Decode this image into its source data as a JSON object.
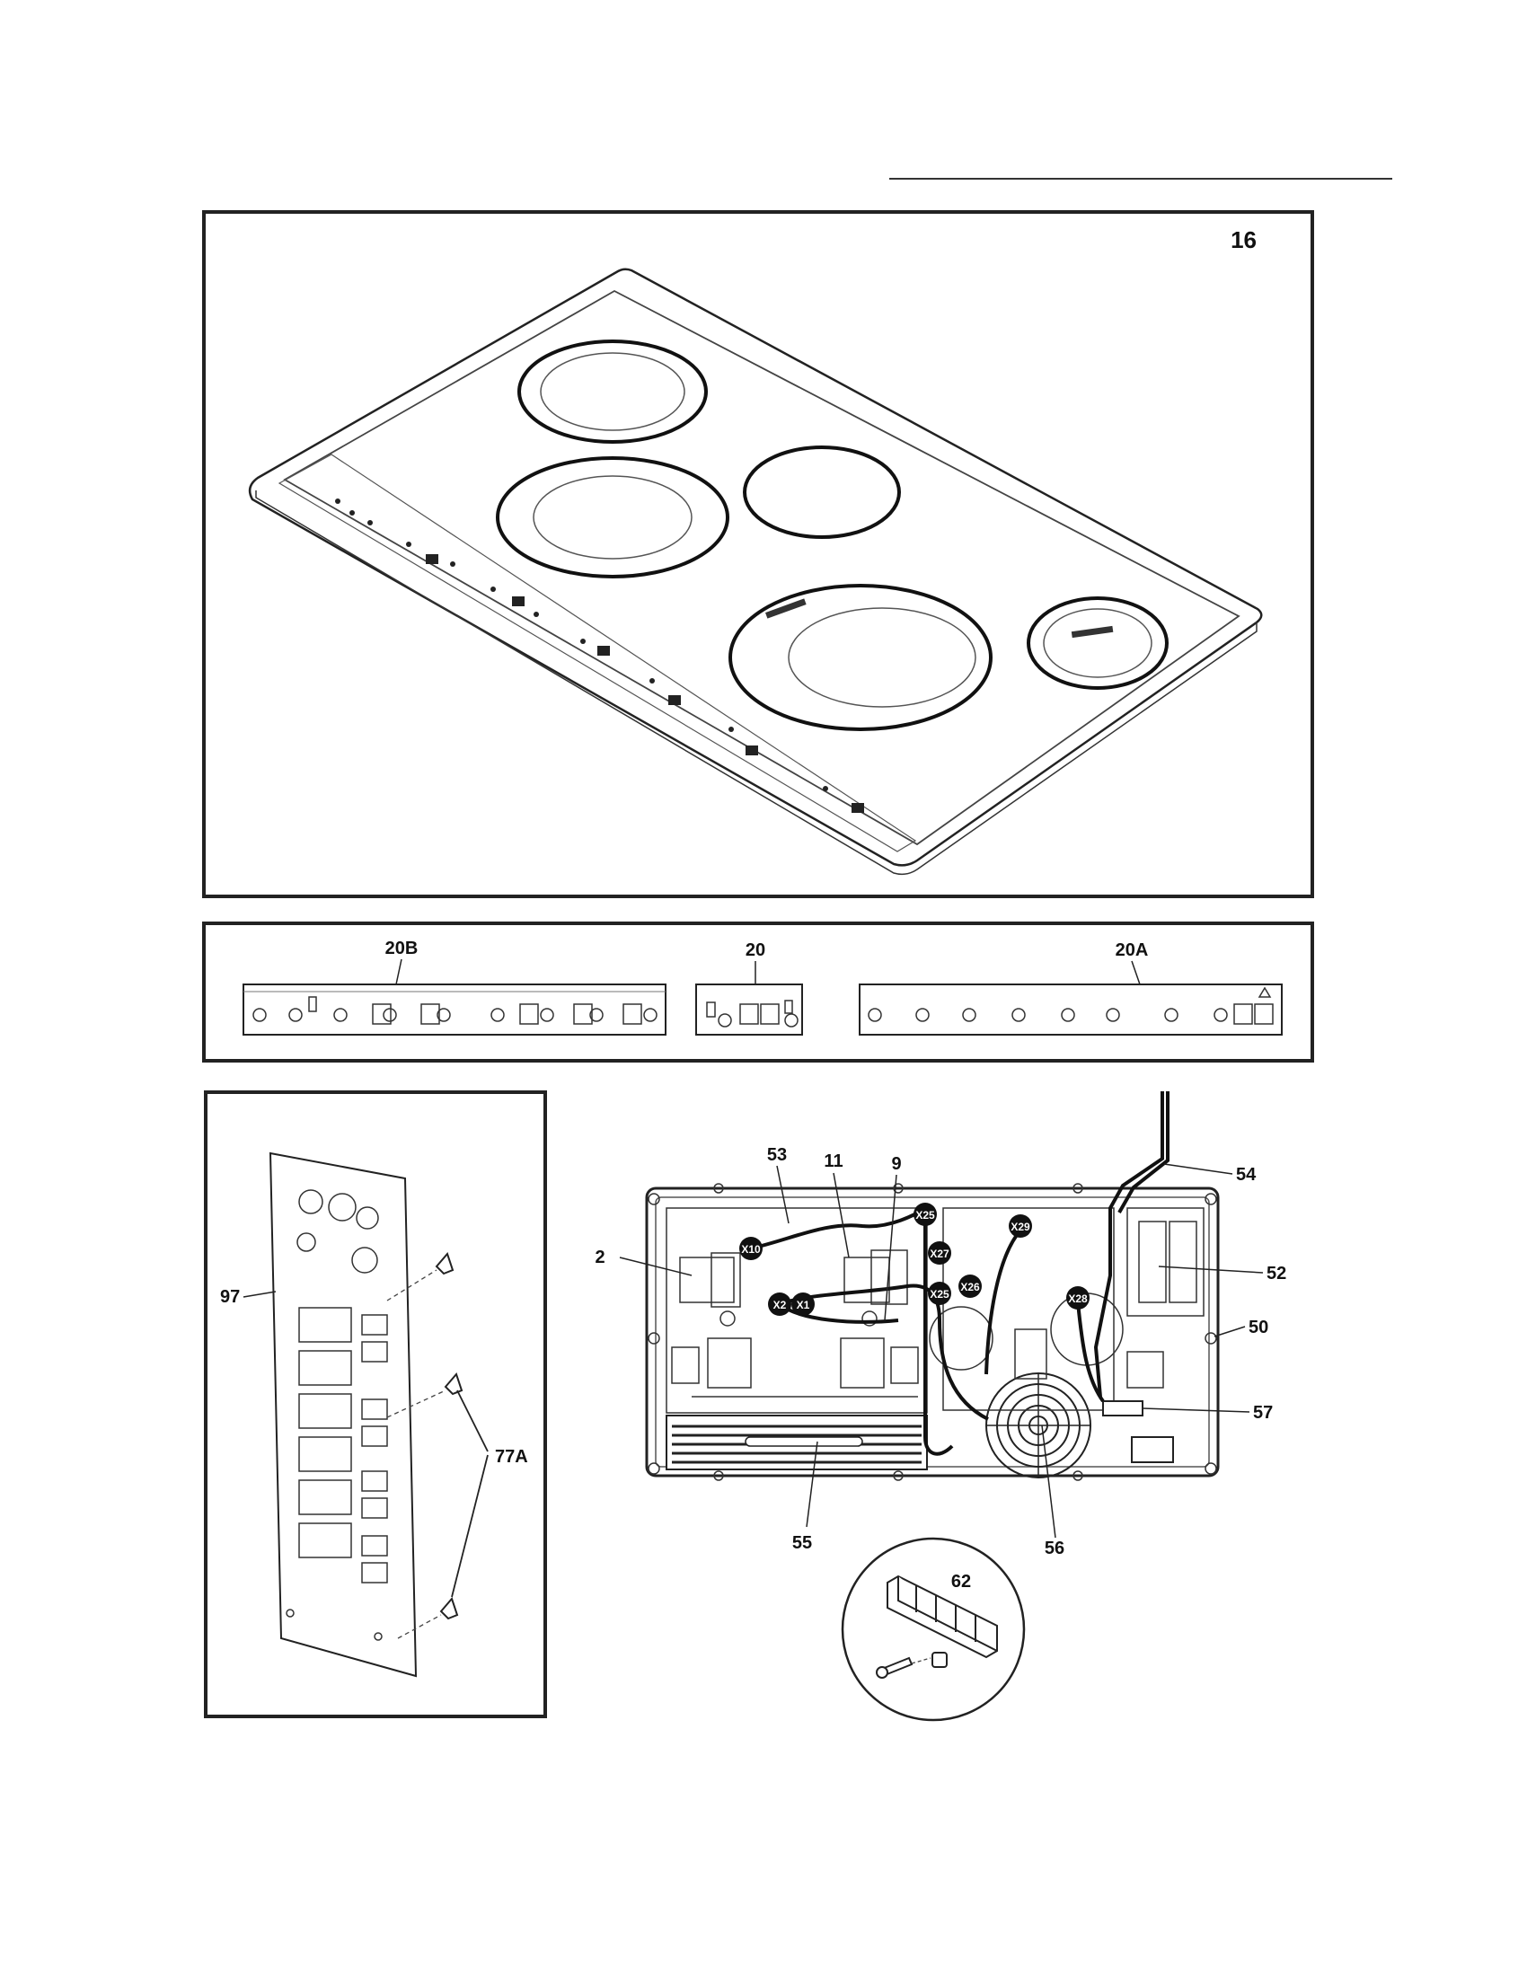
{
  "callouts": {
    "c16": "16",
    "c20b": "20B",
    "c20": "20",
    "c20a": "20A",
    "c97": "97",
    "c77a": "77A",
    "c53": "53",
    "c11": "11",
    "c9": "9",
    "c54": "54",
    "c2": "2",
    "c52": "52",
    "c50": "50",
    "c57": "57",
    "c55": "55",
    "c56": "56",
    "c62": "62"
  },
  "connectors": {
    "x10": "X10",
    "x2": "X2",
    "x1": "X1",
    "x25a": "X25",
    "x27": "X27",
    "x25b": "X25",
    "x26": "X26",
    "x29": "X29",
    "x28": "X28"
  }
}
